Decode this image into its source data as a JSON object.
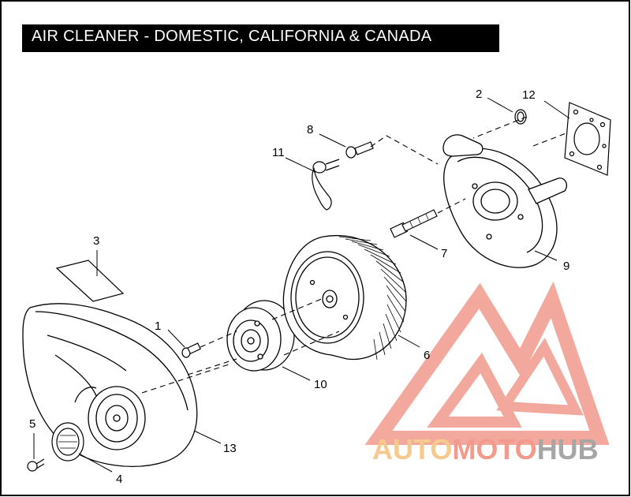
{
  "title": "AIR CLEANER - DOMESTIC, CALIFORNIA & CANADA",
  "callouts": [
    "1",
    "2",
    "3",
    "4",
    "5",
    "6",
    "7",
    "8",
    "9",
    "10",
    "11",
    "12",
    "13"
  ],
  "parts": {
    "air_cleaner_cover": "13",
    "medallion": "4",
    "cover_screw": "5",
    "filter_element": "6",
    "support_bolt": "7",
    "breather_bolt": "8",
    "backplate": "9",
    "cover_insert": "10",
    "breather_tube": "11",
    "gasket": "12",
    "o_ring": "2",
    "label": "3",
    "screw": "1"
  },
  "watermark": {
    "part1": "AUTO",
    "part2": "MOTO",
    "part3": "HUB",
    "color_primary": "#f29a8c",
    "color_accent": "#f7c98c",
    "color_dark": "#a7a6a6"
  },
  "colors": {
    "line": "#000000",
    "title_bg": "#000000",
    "title_fg": "#ffffff"
  }
}
